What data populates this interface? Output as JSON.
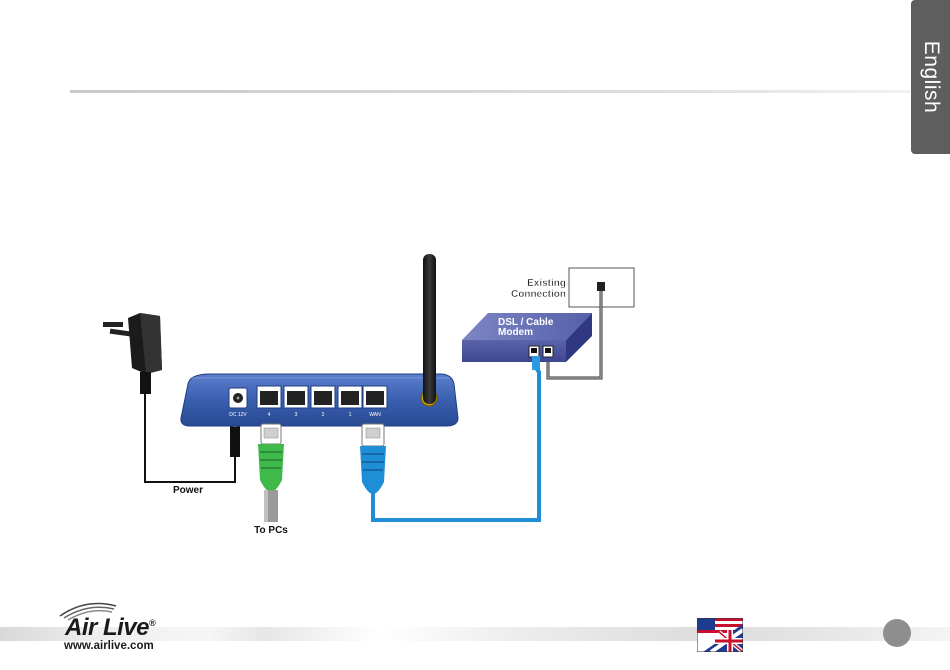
{
  "sidebar": {
    "language_tab": "English"
  },
  "diagram": {
    "existing_connection_line1": "Existing",
    "existing_connection_line2": "Connection",
    "modem_line1": "DSL / Cable",
    "modem_line2": "Modem",
    "power_label": "Power",
    "to_pcs_label": "To PCs",
    "router_power_port": "DC 12V",
    "router_lan_ports": [
      "4",
      "3",
      "2",
      "1"
    ],
    "router_wan_port": "WAN"
  },
  "footer": {
    "brand_name": "Air Live",
    "registered_mark": "®",
    "url": "www.airlive.com"
  },
  "colors": {
    "router_blue": "#3a5fb0",
    "cable_blue": "#1e8fd6",
    "cable_green": "#3fb94a",
    "modem_blue": "#4a56a6",
    "tab_gray": "#5e5e5e"
  }
}
